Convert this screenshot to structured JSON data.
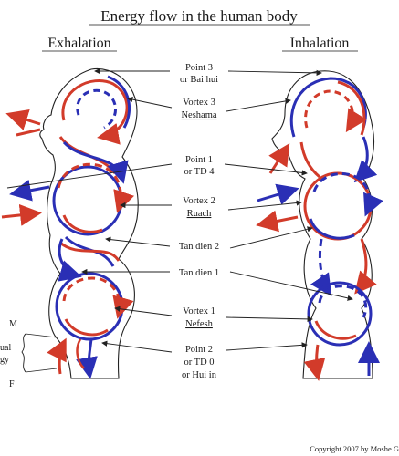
{
  "title": "Energy flow in the human body",
  "left_heading": "Exhalation",
  "right_heading": "Inhalation",
  "labels": {
    "point3_line1": "Point 3",
    "point3_line2": "or Bai hui",
    "vortex3_line1": "Vortex 3",
    "vortex3_line2": "Neshama",
    "point1_line1": "Point 1",
    "point1_line2": "or TD 4",
    "vortex2_line1": "Vortex 2",
    "vortex2_line2": "Ruach",
    "tandien2": "Tan dien 2",
    "tandien1": "Tan dien 1",
    "vortex1_line1": "Vortex 1",
    "vortex1_line2": "Nefesh",
    "point2_line1": "Point 2",
    "point2_line2": "or TD 0",
    "point2_line3": "or Hui in"
  },
  "left_side_labels": {
    "m": "M",
    "f": "F",
    "sexual_line1": "ual",
    "sexual_line2": "gy"
  },
  "copyright": "Copyright 2007 by Moshe G",
  "colors": {
    "red": "#d23b2a",
    "blue": "#2a2fb5",
    "outline": "#222222"
  }
}
